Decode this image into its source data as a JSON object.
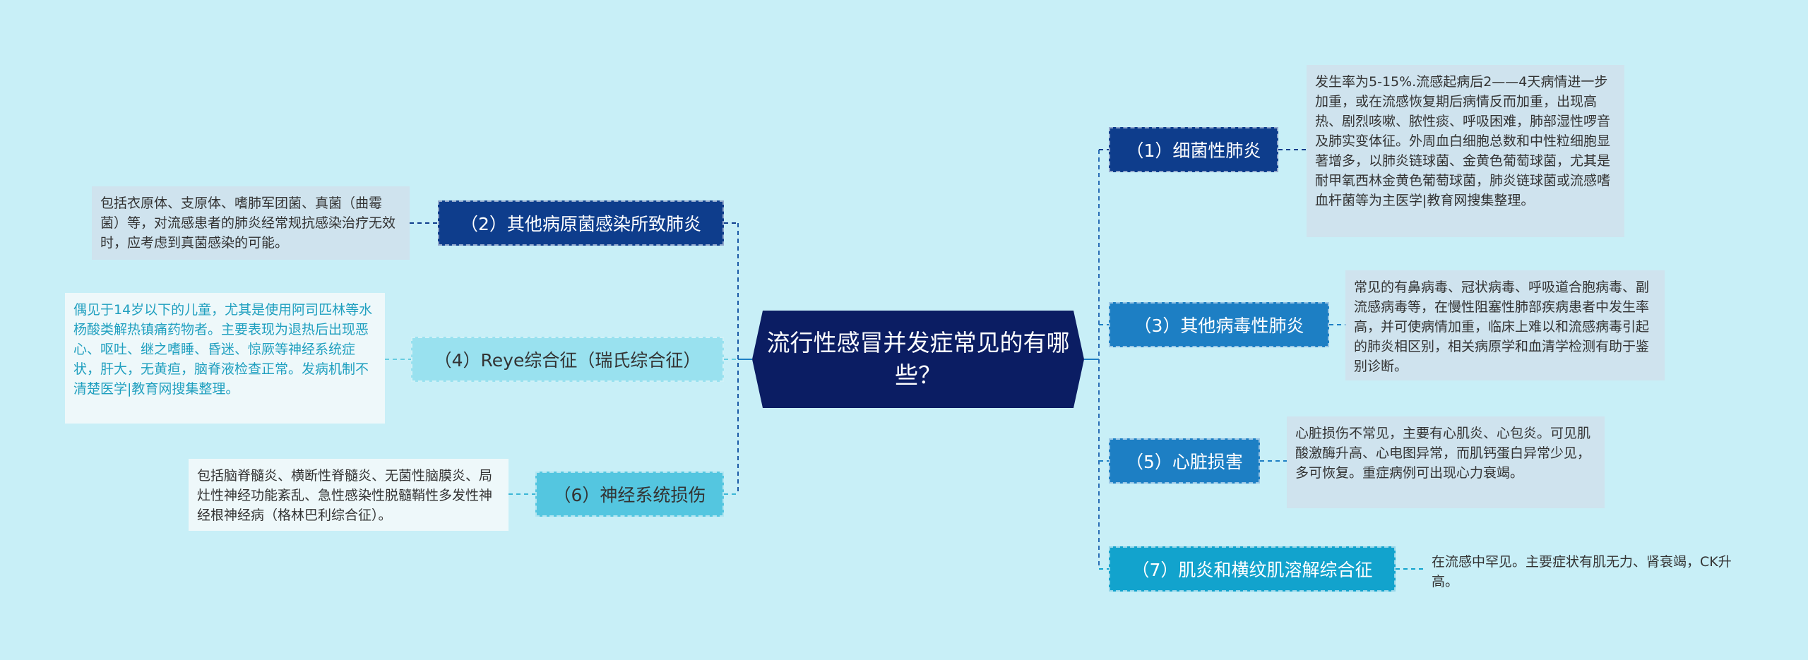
{
  "center": {
    "title": "流行性感冒并发症常见的有哪些？"
  },
  "branches": {
    "b1": {
      "label": "（1）细菌性肺炎",
      "note": "发生率为5-15%.流感起病后2——4天病情进一步加重，或在流感恢复期后病情反而加重，出现高热、剧烈咳嗽、脓性痰、呼吸困难，肺部湿性啰音及肺实变体征。外周血白细胞总数和中性粒细胞显著增多，以肺炎链球菌、金黄色葡萄球菌，尤其是耐甲氧西林金黄色葡萄球菌，肺炎链球菌或流感嗜血杆菌等为主医学|教育网搜集整理。"
    },
    "b2": {
      "label": "（2）其他病原菌感染所致肺炎",
      "note": "包括衣原体、支原体、嗜肺军团菌、真菌（曲霉菌）等，对流感患者的肺炎经常规抗感染治疗无效时，应考虑到真菌感染的可能。"
    },
    "b3": {
      "label": "（3）其他病毒性肺炎",
      "note": "常见的有鼻病毒、冠状病毒、呼吸道合胞病毒、副流感病毒等，在慢性阻塞性肺部疾病患者中发生率高，并可使病情加重，临床上难以和流感病毒引起的肺炎相区别，相关病原学和血清学检测有助于鉴别诊断。"
    },
    "b4": {
      "label": "（4）Reye综合征（瑞氏综合征）",
      "note": "偶见于14岁以下的儿童，尤其是使用阿司匹林等水杨酸类解热镇痛药物者。主要表现为退热后出现恶心、呕吐、继之嗜睡、昏迷、惊厥等神经系统症状，肝大，无黄疸，脑脊液检查正常。发病机制不清楚医学|教育网搜集整理。"
    },
    "b5": {
      "label": "（5）心脏损害",
      "note": "心脏损伤不常见，主要有心肌炎、心包炎。可见肌酸激酶升高、心电图异常，而肌钙蛋白异常少见，多可恢复。重症病例可出现心力衰竭。"
    },
    "b6": {
      "label": "（6）神经系统损伤",
      "note": "包括脑脊髓炎、横断性脊髓炎、无菌性脑膜炎、局灶性神经功能紊乱、急性感染性脱髓鞘性多发性神经根神经病（格林巴利综合征）。"
    },
    "b7": {
      "label": "（7）肌炎和横纹肌溶解综合征",
      "note": "在流感中罕见。主要症状有肌无力、肾衰竭，CK升高。"
    }
  },
  "colors": {
    "background": "#c8eff7",
    "center": "#0b1d63",
    "dark": "#0e3d8c",
    "mid": "#1d7fc4",
    "teal": "#12a3cd",
    "light": "#99e1ef"
  }
}
